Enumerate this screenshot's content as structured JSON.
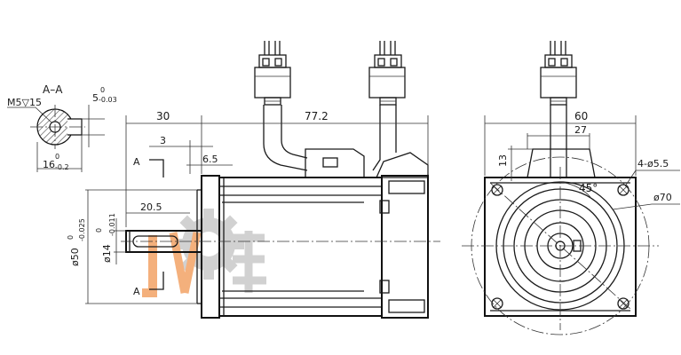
{
  "section": {
    "title": "A–A",
    "thread": "M5▽15",
    "keyway_nominal": "5",
    "keyway_tol_upper": "0",
    "keyway_tol_lower": "-0.03",
    "depth_nominal": "16",
    "depth_tol_upper": "0",
    "depth_tol_lower": "-0.2"
  },
  "side_view": {
    "dim_30": "30",
    "dim_77_2": "77.2",
    "dim_3": "3",
    "dim_6_5": "6.5",
    "dim_20_5": "20.5",
    "section_marker_top": "A",
    "section_marker_bottom": "A",
    "flange_dia_nominal": "ø50",
    "flange_dia_tol_upper": "0",
    "flange_dia_tol_lower": "-0.025",
    "shaft_dia_nominal": "ø14",
    "shaft_dia_tol_upper": "0",
    "shaft_dia_tol_lower": "-0.011"
  },
  "front_view": {
    "dim_60": "60",
    "dim_27": "27",
    "dim_13": "13",
    "angle": "45°",
    "holes": "4-ø5.5",
    "bolt_circle": "ø70"
  },
  "colors": {
    "line": "#1a1a1a",
    "watermark_gray": "#c9c9c9",
    "watermark_orange": "#f3a366"
  }
}
